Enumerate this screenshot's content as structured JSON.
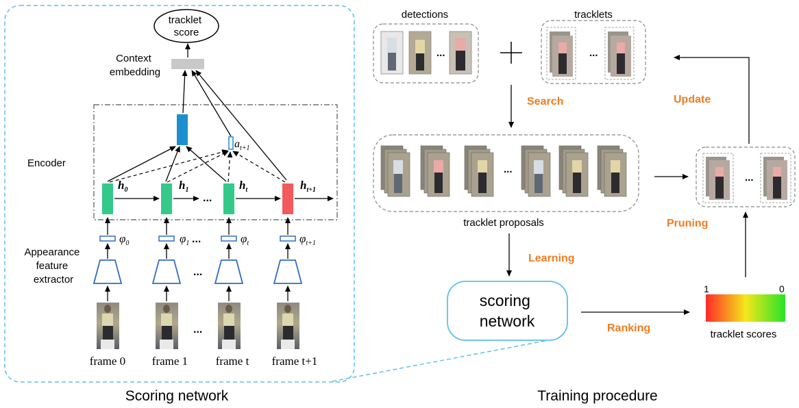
{
  "scoring_network": {
    "panel_title": "Scoring network",
    "output_label": [
      "tracklet",
      "score"
    ],
    "context_label": [
      "Context",
      "embedding"
    ],
    "encoder_label": "Encoder",
    "extractor_label": [
      "Appearance",
      "feature",
      "extractor"
    ],
    "hidden": [
      {
        "base": "h",
        "sub": "0"
      },
      {
        "base": "h",
        "sub": "1"
      },
      {
        "base": "h",
        "sub": "t"
      },
      {
        "base": "h",
        "sub": "t+1"
      }
    ],
    "features": [
      {
        "base": "φ",
        "sub": "0"
      },
      {
        "base": "φ",
        "sub": "1"
      },
      {
        "base": "φ",
        "sub": "t"
      },
      {
        "base": "φ",
        "sub": "t+1"
      }
    ],
    "attention": {
      "base": "a",
      "sub": "t+1"
    },
    "frames": [
      "frame 0",
      "frame 1",
      "frame t",
      "frame t+1"
    ],
    "ellipsis": "...",
    "colors": {
      "hidden": "#34c98b",
      "last_hidden": "#f25a5e",
      "attention": "#1c8fd0",
      "context": "#c8c8c8",
      "panel_border": "#5bc0ea"
    }
  },
  "training": {
    "panel_title": "Training procedure",
    "detections_label": "detections",
    "tracklets_label": "tracklets",
    "plus": "+",
    "search_label": "Search",
    "update_label": "Update",
    "proposals_label": "tracklet proposals",
    "learning_label": "Learning",
    "pruning_label": "Pruning",
    "scoring_box": [
      "scoring",
      "network"
    ],
    "ranking_label": "Ranking",
    "scores_label": "tracklet scores",
    "scale_high": "1",
    "scale_low": "0",
    "ellipsis": "...",
    "colors": {
      "step_label": "#ef7d22",
      "scale": [
        "#ff2a2a",
        "#f5e71a",
        "#27e327"
      ]
    }
  }
}
